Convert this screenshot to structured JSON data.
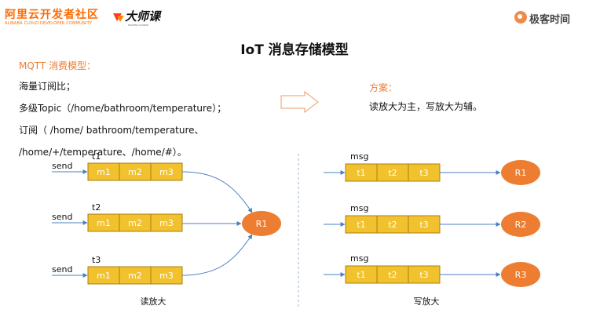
{
  "header": {
    "brand_cn": "阿里云开发者社区",
    "brand_en": "ALIBABA CLOUD DEVELOPER COMMUNITY",
    "master_class_cn": "大师课",
    "master_class_en": "MASTER COURSE",
    "geekbang": "极客时间"
  },
  "title": "IoT 消息存储模型",
  "left": {
    "heading": "MQTT 消费模型：",
    "lines": [
      "海量订阅比；",
      "多级Topic（/home/bathroom/temperature）；",
      "订阅（ /home/ bathroom/temperature、",
      "/home/+/temperature、/home/#）。"
    ]
  },
  "right": {
    "heading": "方案：",
    "body": "读放大为主，写放大为辅。"
  },
  "diagram": {
    "read_amp": {
      "caption": "读放大",
      "send_label": "send",
      "topics": [
        {
          "name": "t1",
          "cells": [
            "m1",
            "m2",
            "m3"
          ]
        },
        {
          "name": "t2",
          "cells": [
            "m1",
            "m2",
            "m3"
          ]
        },
        {
          "name": "t3",
          "cells": [
            "m1",
            "m2",
            "m3"
          ]
        }
      ],
      "receiver": "R1"
    },
    "write_amp": {
      "caption": "写放大",
      "queues": [
        {
          "label": "msg",
          "cells": [
            "t1",
            "t2",
            "t3"
          ],
          "receiver": "R1"
        },
        {
          "label": "msg",
          "cells": [
            "t1",
            "t2",
            "t3"
          ],
          "receiver": "R2"
        },
        {
          "label": "msg",
          "cells": [
            "t1",
            "t2",
            "t3"
          ],
          "receiver": "R3"
        }
      ]
    }
  },
  "colors": {
    "accent": "#ed7d31",
    "cell_fill": "#f2c12e",
    "cell_border": "#a98010",
    "receiver_fill": "#ed7d31",
    "arrow": "#4a7fc1",
    "brand": "#ff6a00"
  }
}
